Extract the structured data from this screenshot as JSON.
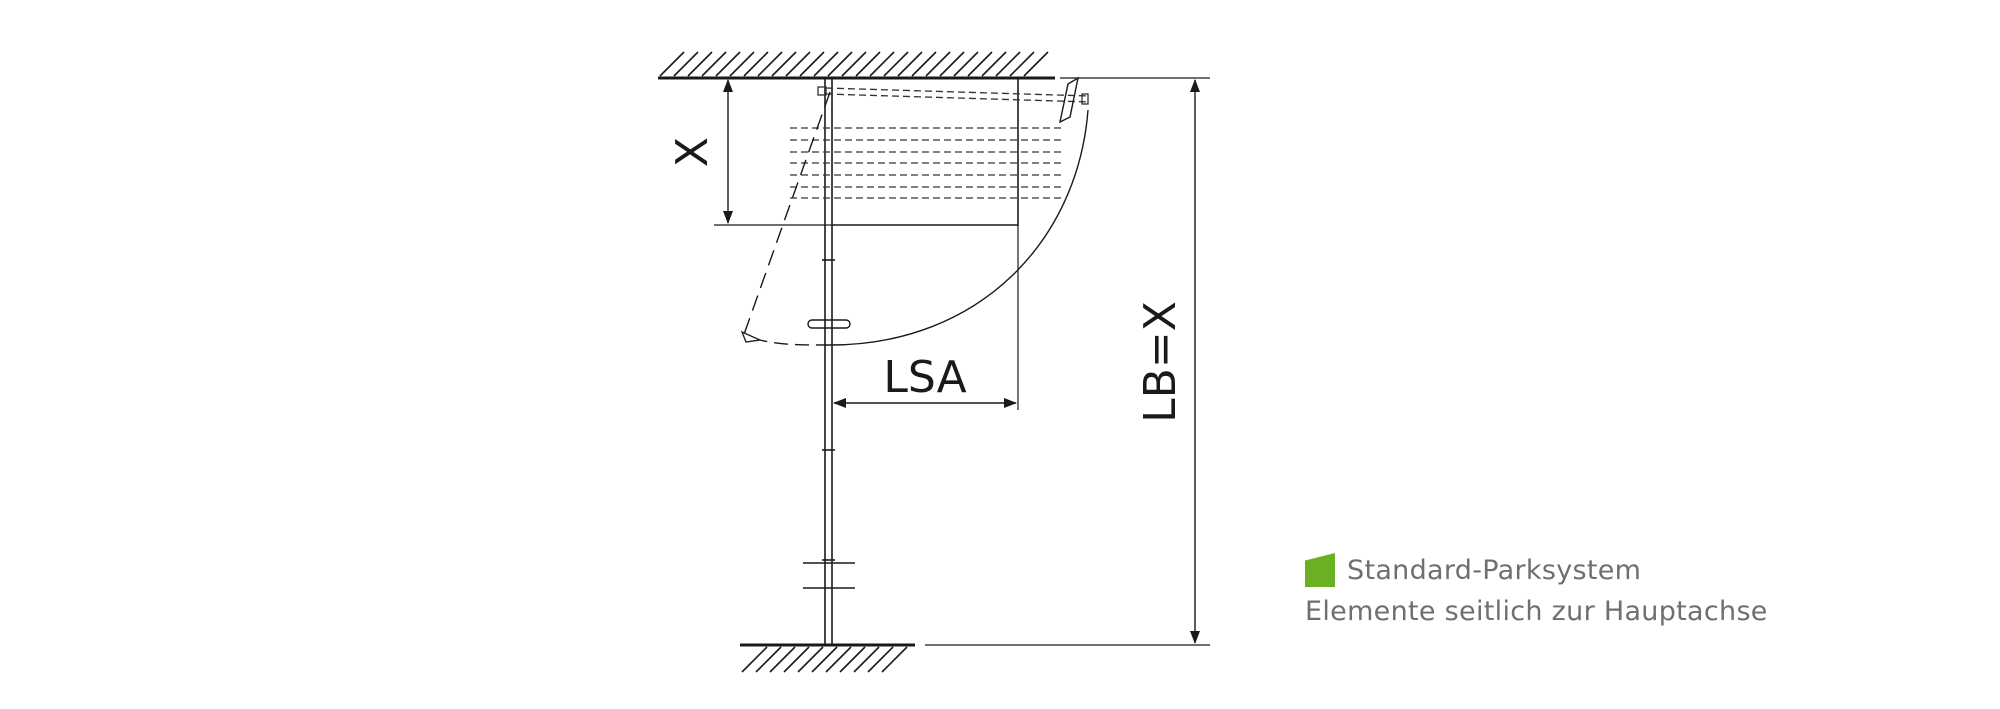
{
  "diagram": {
    "labels": {
      "x": "X",
      "lsa": "LSA",
      "lb": "LB=X"
    }
  },
  "legend": {
    "title": "Standard-Parksystem",
    "subtitle": "Elemente seitlich zur Hauptachse",
    "accent_color": "#6ab023"
  }
}
